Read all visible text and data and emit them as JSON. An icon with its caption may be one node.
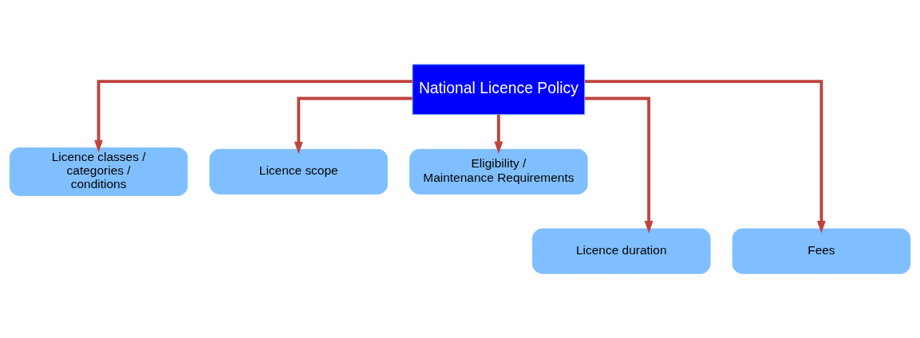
{
  "diagram": {
    "nodes": [
      {
        "text": [
          "National Licence Policy"
        ]
      },
      {
        "text": [
          "Licence classes / categories / conditions"
        ]
      },
      {
        "text": [
          "Licence scope"
        ]
      },
      {
        "text": [
          "Eligibility / Maintenance Requirements"
        ]
      },
      {
        "text": [
          "Licence duration"
        ]
      },
      {
        "text": [
          "Fees"
        ]
      }
    ],
    "edges": [
      {
        "from": 0,
        "to": 1,
        "arrow": "to"
      },
      {
        "from": 0,
        "to": 4,
        "arrow": "to"
      },
      {
        "from": 0,
        "to": 2,
        "arrow": "to"
      },
      {
        "from": 0,
        "to": 5,
        "arrow": "to"
      },
      {
        "from": 0,
        "to": 3,
        "arrow": "to"
      }
    ]
  }
}
